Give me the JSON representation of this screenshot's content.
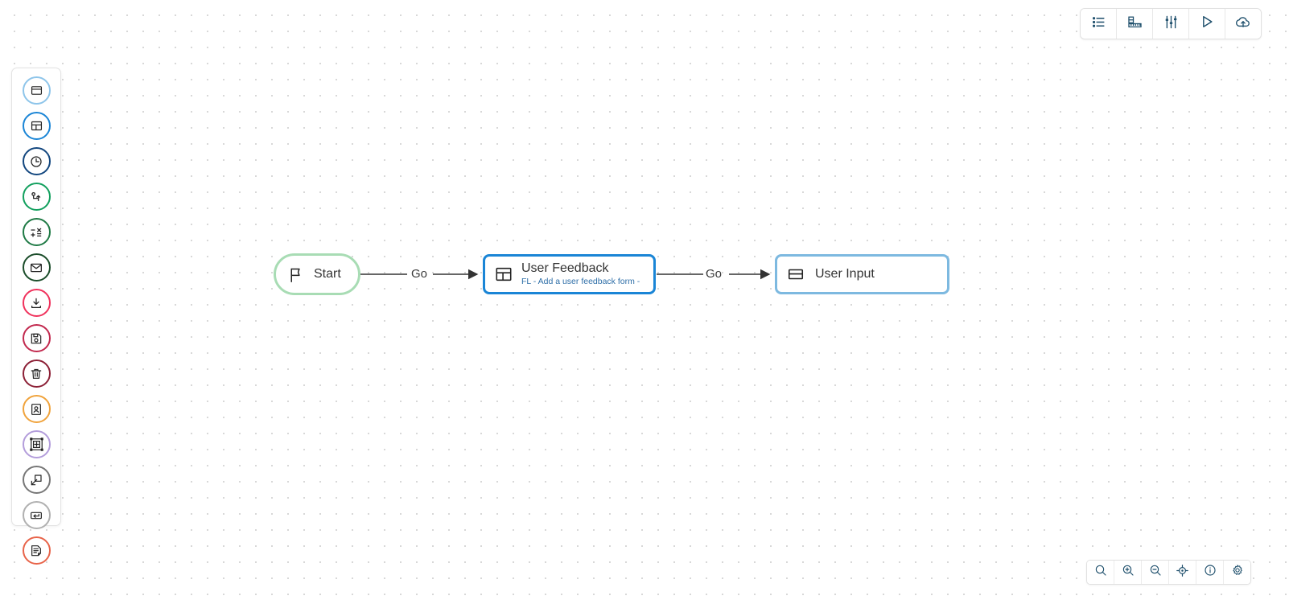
{
  "app": {
    "canvas_background": "#ffffff",
    "dot_color": "#d8d8d8"
  },
  "palette": {
    "items": [
      {
        "icon": "screen-icon",
        "label": "Screen",
        "color": "#8ec5ea"
      },
      {
        "icon": "layout-panel-icon",
        "label": "Layout",
        "color": "#1a85d6"
      },
      {
        "icon": "clock-icon",
        "label": "Timer",
        "color": "#13477f"
      },
      {
        "icon": "branch-icon",
        "label": "Branch",
        "color": "#12a05e"
      },
      {
        "icon": "calculator-icon",
        "label": "Calculation",
        "color": "#1f7a45"
      },
      {
        "icon": "envelope-icon",
        "label": "Email",
        "color": "#1b4d2a"
      },
      {
        "icon": "download-icon",
        "label": "Download",
        "color": "#f0325c"
      },
      {
        "icon": "save-disk-icon",
        "label": "Save",
        "color": "#c2294e"
      },
      {
        "icon": "trash-icon",
        "label": "Delete",
        "color": "#8c2036"
      },
      {
        "icon": "id-card-icon",
        "label": "Record",
        "color": "#f0a33c"
      },
      {
        "icon": "add-frame-icon",
        "label": "Add Frame",
        "color": "#b39ddb"
      },
      {
        "icon": "expand-arrow-icon",
        "label": "Expand",
        "color": "#777777"
      },
      {
        "icon": "enter-key-icon",
        "label": "Return",
        "color": "#b0b0b0"
      },
      {
        "icon": "document-note-icon",
        "label": "Note",
        "color": "#e8644a"
      }
    ]
  },
  "top_toolbar": {
    "buttons": [
      {
        "icon": "list-icon",
        "label": "List view"
      },
      {
        "icon": "ruler-icon",
        "label": "Measure"
      },
      {
        "icon": "sliders-icon",
        "label": "Settings"
      },
      {
        "icon": "play-icon",
        "label": "Run"
      },
      {
        "icon": "cloud-upload-icon",
        "label": "Publish"
      }
    ]
  },
  "bottom_toolbar": {
    "buttons": [
      {
        "icon": "search-icon",
        "label": "Search"
      },
      {
        "icon": "zoom-in-icon",
        "label": "Zoom in"
      },
      {
        "icon": "zoom-out-icon",
        "label": "Zoom out"
      },
      {
        "icon": "crosshair-icon",
        "label": "Fit to screen"
      },
      {
        "icon": "info-icon",
        "label": "Information"
      },
      {
        "icon": "gear-icon",
        "label": "Preferences"
      }
    ]
  },
  "diagram": {
    "nodes": [
      {
        "id": "start",
        "title": "Start",
        "subtitle": "",
        "icon": "flag-icon",
        "border_color": "#a8dcb4",
        "shape": "pill"
      },
      {
        "id": "user-feedback",
        "title": "User Feedback",
        "subtitle": "FL - Add a user feedback form -",
        "icon": "layout-panel-icon",
        "border_color": "#1a85d6",
        "shape": "rounded-rect"
      },
      {
        "id": "user-input",
        "title": "User Input",
        "subtitle": "",
        "icon": "input-field-icon",
        "border_color": "#7db9e0",
        "shape": "rounded-rect"
      }
    ],
    "edges": [
      {
        "id": "edge-start-feedback",
        "label": "Go",
        "from": "start",
        "to": "user-feedback"
      },
      {
        "id": "edge-feedback-input",
        "label": "Go",
        "from": "user-feedback",
        "to": "user-input"
      }
    ]
  }
}
